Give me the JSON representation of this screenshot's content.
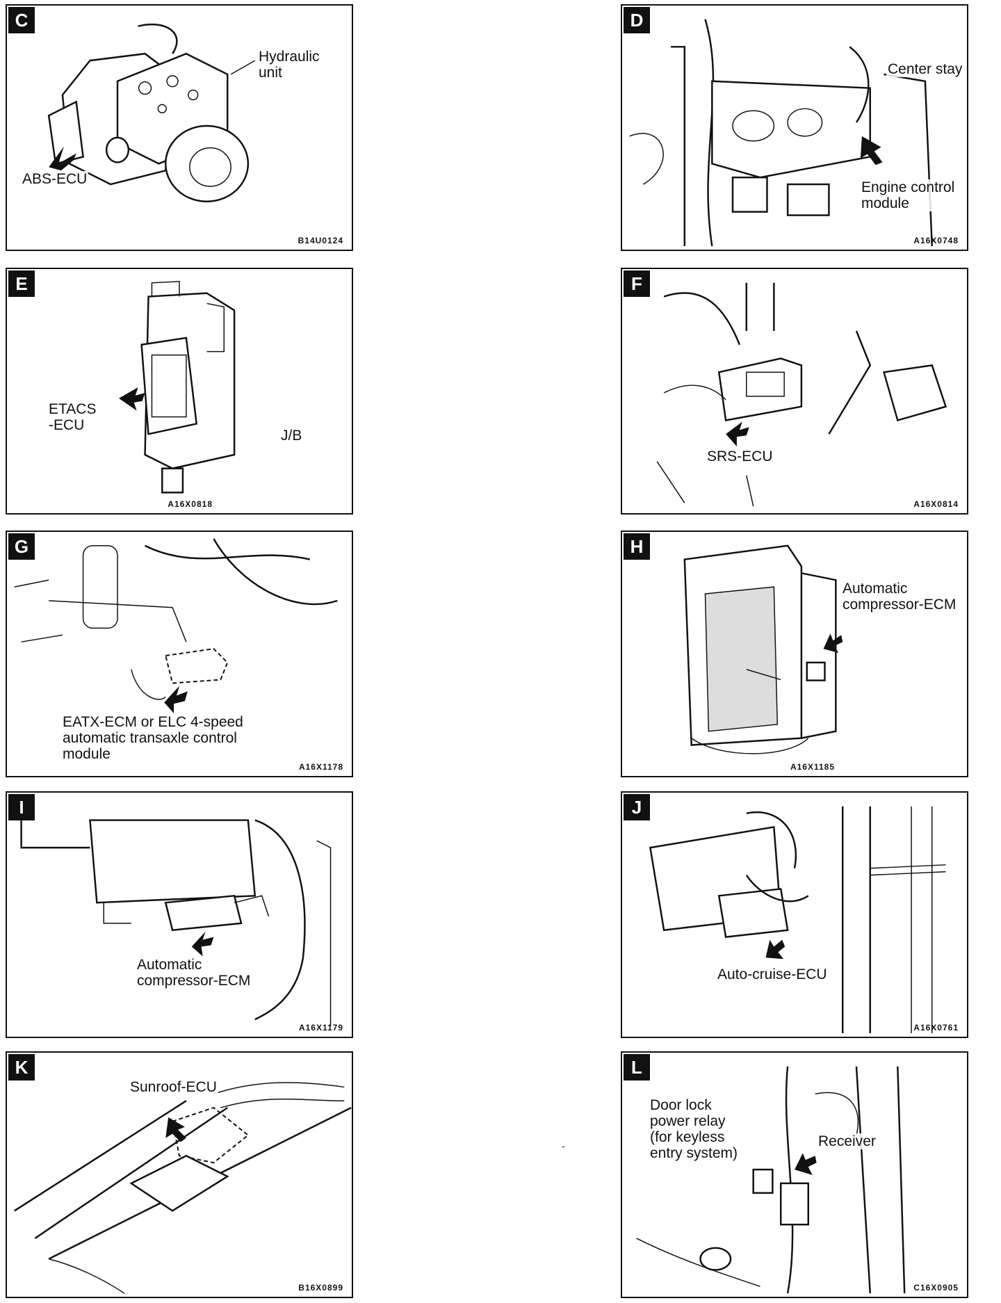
{
  "panels": [
    {
      "letter": "C",
      "labels": [
        "Hydraulic\nunit",
        "ABS-ECU"
      ],
      "code": "B14U0124"
    },
    {
      "letter": "D",
      "labels": [
        "Center stay",
        "Engine control\nmodule"
      ],
      "code": "A16X0748"
    },
    {
      "letter": "E",
      "labels": [
        "ETACS\n-ECU",
        "J/B"
      ],
      "code": "A16X0818"
    },
    {
      "letter": "F",
      "labels": [
        "SRS-ECU"
      ],
      "code": "A16X0814"
    },
    {
      "letter": "G",
      "labels": [
        "EATX-ECM or ELC 4-speed\nautomatic transaxle control\nmodule"
      ],
      "code": "A16X1178"
    },
    {
      "letter": "H",
      "labels": [
        "Automatic\ncompressor-ECM"
      ],
      "code": "A16X1185"
    },
    {
      "letter": "I",
      "labels": [
        "Automatic\ncompressor-ECM"
      ],
      "code": "A16X1179"
    },
    {
      "letter": "J",
      "labels": [
        "Auto-cruise-ECU"
      ],
      "code": "A16X0761"
    },
    {
      "letter": "K",
      "labels": [
        "Sunroof-ECU"
      ],
      "code": "B16X0899"
    },
    {
      "letter": "L",
      "labels": [
        "Door lock\npower relay\n(for keyless\nentry system)",
        "Receiver"
      ],
      "code": "C16X0905"
    }
  ],
  "stray_mark": "-",
  "icons": [
    "arrow-icon"
  ]
}
